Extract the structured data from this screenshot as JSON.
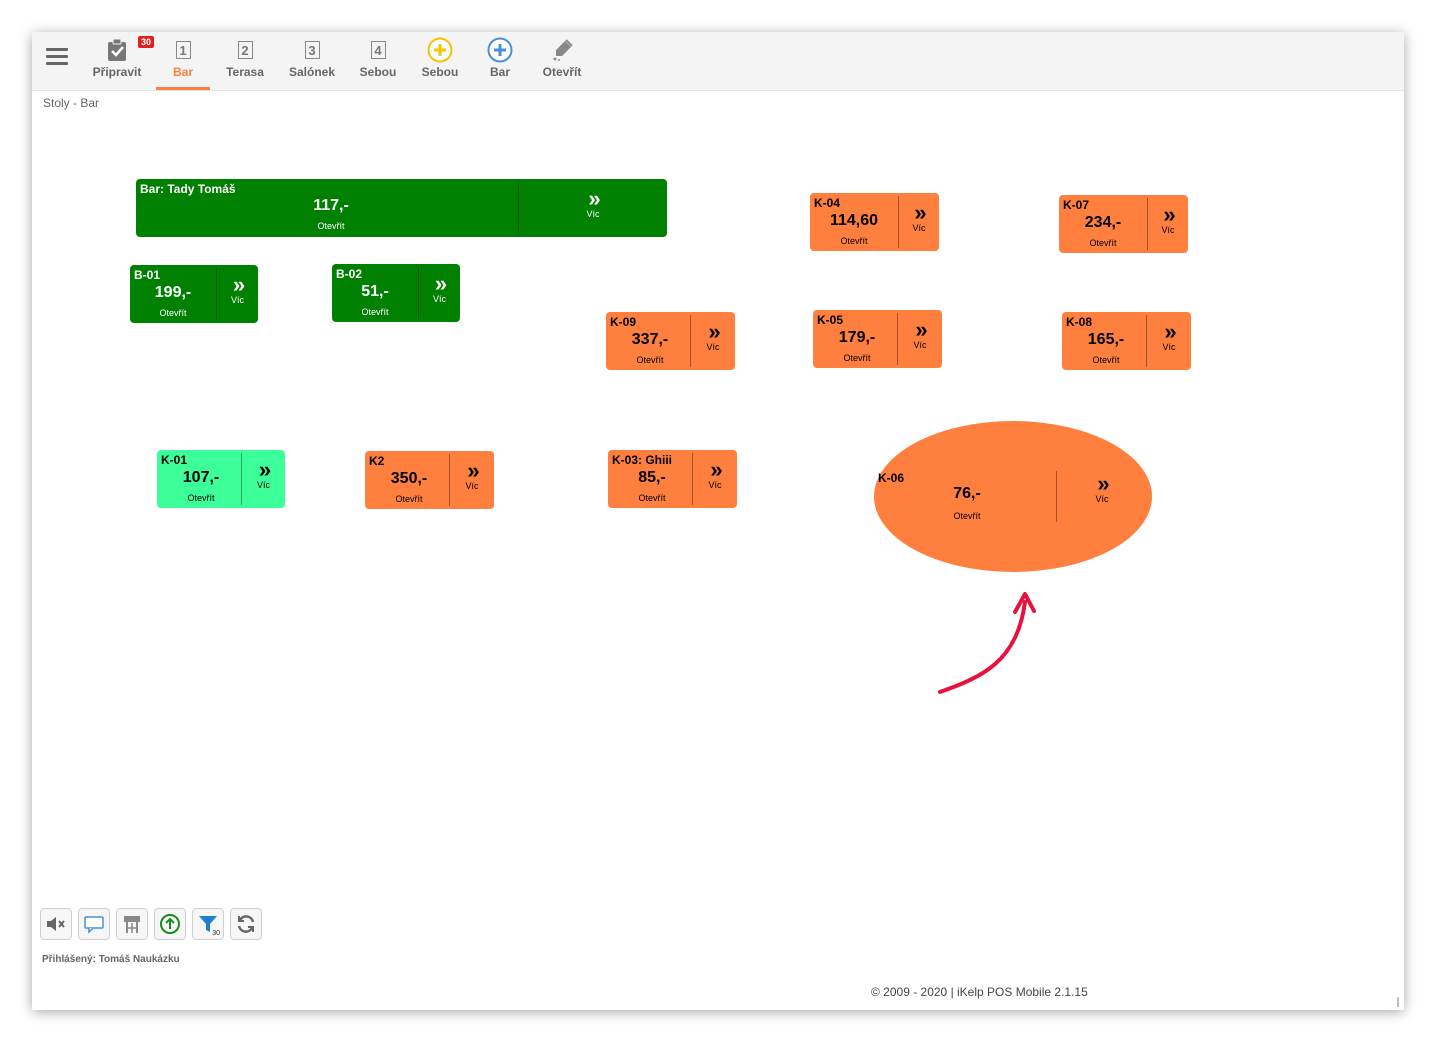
{
  "toolbar": {
    "items": [
      {
        "label": "Připravit",
        "badge": "30",
        "icon": "clipboard-check-icon"
      },
      {
        "label": "Bar",
        "number": "1",
        "active": true
      },
      {
        "label": "Terasa",
        "number": "2"
      },
      {
        "label": "Salónek",
        "number": "3"
      },
      {
        "label": "Sebou",
        "number": "4"
      },
      {
        "label": "Sebou",
        "icon": "plus-yellow-icon",
        "color": "#f5c400"
      },
      {
        "label": "Bar",
        "icon": "plus-blue-icon",
        "color": "#4a90d9"
      },
      {
        "label": "Otevřít",
        "icon": "open-bottle-icon"
      }
    ]
  },
  "breadcrumb": "Stoly - Bar",
  "tables": [
    {
      "id": "bar-tady-tomas",
      "name": "Bar: Tady Tomáš",
      "amount": "117,-",
      "open": "Otevřít",
      "more": "Víc",
      "color": "green"
    },
    {
      "id": "b-01",
      "name": "B-01",
      "amount": "199,-",
      "open": "Otevřít",
      "more": "Víc",
      "color": "green"
    },
    {
      "id": "b-02",
      "name": "B-02",
      "amount": "51,-",
      "open": "Otevřít",
      "more": "Víc",
      "color": "green"
    },
    {
      "id": "k-04",
      "name": "K-04",
      "amount": "114,60",
      "open": "Otevřít",
      "more": "Víc",
      "color": "orange"
    },
    {
      "id": "k-07",
      "name": "K-07",
      "amount": "234,-",
      "open": "Otevřít",
      "more": "Víc",
      "color": "orange"
    },
    {
      "id": "k-09",
      "name": "K-09",
      "amount": "337,-",
      "open": "Otevřít",
      "more": "Víc",
      "color": "orange"
    },
    {
      "id": "k-05",
      "name": "K-05",
      "amount": "179,-",
      "open": "Otevřít",
      "more": "Víc",
      "color": "orange"
    },
    {
      "id": "k-08",
      "name": "K-08",
      "amount": "165,-",
      "open": "Otevřít",
      "more": "Víc",
      "color": "orange"
    },
    {
      "id": "k-01",
      "name": "K-01",
      "amount": "107,-",
      "open": "Otevřít",
      "more": "Víc",
      "color": "mint"
    },
    {
      "id": "k2",
      "name": "K2",
      "amount": "350,-",
      "open": "Otevřít",
      "more": "Víc",
      "color": "orange"
    },
    {
      "id": "k-03",
      "name": "K-03: Ghiii",
      "amount": "85,-",
      "open": "Otevřít",
      "more": "Víc",
      "color": "orange"
    },
    {
      "id": "k-06",
      "name": "K-06",
      "amount": "76,-",
      "open": "Otevřít",
      "more": "Víc",
      "color": "orange",
      "shape": "oval"
    }
  ],
  "more_glyph": "»",
  "bottom_buttons": [
    "mute-icon",
    "message-icon",
    "move-table-icon",
    "upload-icon",
    "filter-icon",
    "refresh-icon"
  ],
  "filter_badge": "30",
  "logged_in": "Přihlášený: Tomáš Naukázku",
  "footer": "© 2009 - 2020 | iKelp POS Mobile 2.1.15",
  "colors": {
    "green": "#008000",
    "orange": "#ff7f3f",
    "mint": "#3dff99",
    "accent": "#ff7f3f",
    "arrow": "#e8103c"
  }
}
